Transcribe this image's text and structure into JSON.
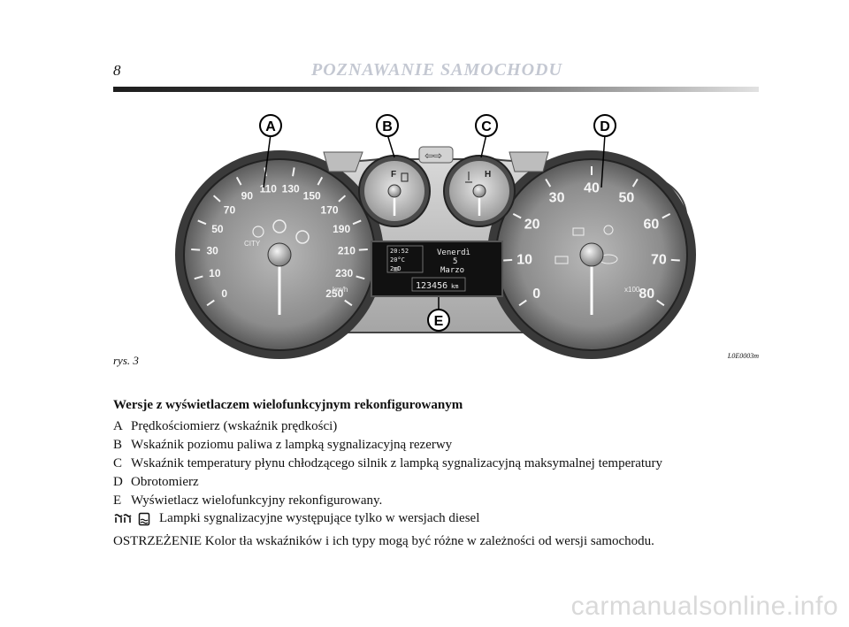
{
  "header": {
    "page_number": "8",
    "title": "POZNAWANIE SAMOCHODU"
  },
  "figure": {
    "label": "rys. 3",
    "code": "L0E0003m",
    "callouts": [
      "A",
      "B",
      "C",
      "D",
      "E"
    ],
    "speedometer": {
      "ticks": [
        "0",
        "10",
        "30",
        "50",
        "70",
        "90",
        "110",
        "130",
        "150",
        "170",
        "190",
        "210",
        "230",
        "250"
      ],
      "unit": "km/h",
      "city": "CITY"
    },
    "fuel": {
      "full": "F"
    },
    "temp": {
      "hot": "H"
    },
    "tachometer": {
      "ticks": [
        "0",
        "10",
        "20",
        "30",
        "40",
        "50",
        "60",
        "70",
        "80"
      ],
      "unit": "x100"
    },
    "display": {
      "time": "20:52",
      "temp": "20°C",
      "gear": "2▥D",
      "day": "Venerdì",
      "date": "5",
      "month": "Marzo",
      "odometer": "123456",
      "odometer_unit": "km"
    }
  },
  "content": {
    "section_title": "Wersje z wyświetlaczem wielofunkcyjnym rekonfigurowanym",
    "items": [
      {
        "letter": "A",
        "text": "Prędkościomierz (wskaźnik prędkości)"
      },
      {
        "letter": "B",
        "text": "Wskaźnik poziomu paliwa z lampką sygnalizacyjną rezerwy"
      },
      {
        "letter": "C",
        "text": "Wskaźnik temperatury płynu chłodzącego silnik z lampką sygnalizacyjną maksymalnej temperatury"
      },
      {
        "letter": "D",
        "text": "Obrotomierz"
      },
      {
        "letter": "E",
        "text": "Wyświetlacz wielofunkcyjny rekonfigurowany."
      }
    ],
    "diesel_icons": [
      "glow-plug-icon",
      "water-in-fuel-icon"
    ],
    "diesel_note": "Lampki sygnalizacyjne występujące tylko w wersjach diesel",
    "warning": "OSTRZEŻENIE Kolor tła wskaźników i ich typy mogą być różne w zależności od wersji samochodu."
  },
  "footer": {
    "site": "carmanualsonline.info"
  }
}
